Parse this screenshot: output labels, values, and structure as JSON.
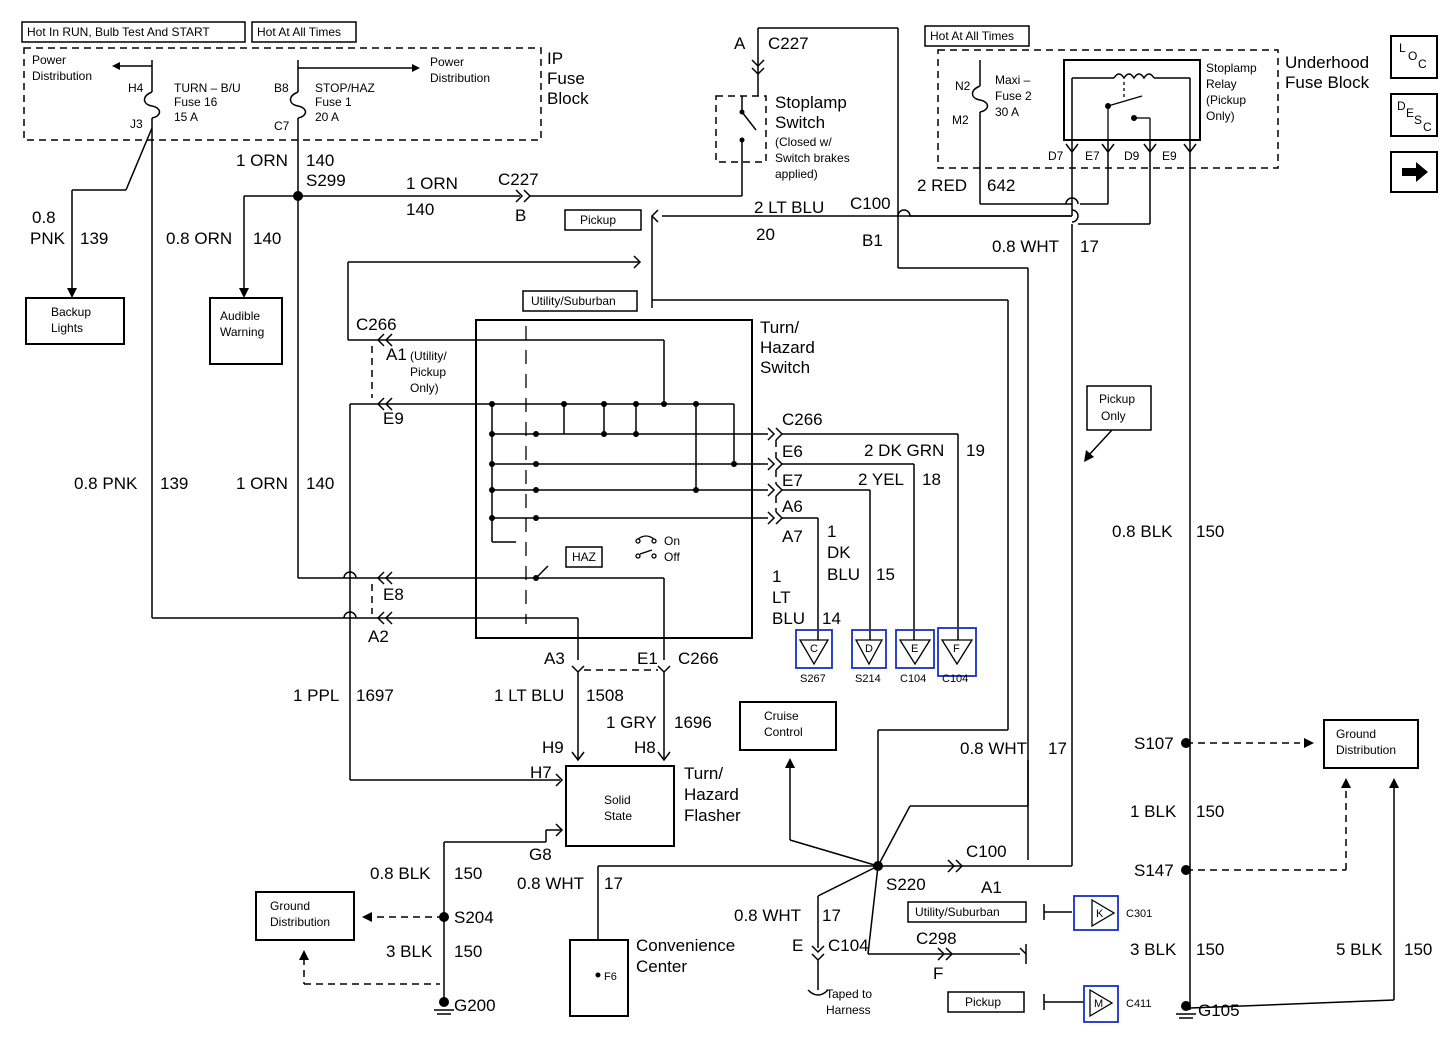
{
  "headers": {
    "hot_run": "Hot In RUN, Bulb Test And START",
    "hot_all_1": "Hot At All Times",
    "hot_all_2": "Hot At All Times"
  },
  "ip_fuse_block": {
    "title": [
      "IP",
      "Fuse",
      "Block"
    ],
    "power_dist_left": [
      "Power",
      "Distribution"
    ],
    "power_dist_right": [
      "Power",
      "Distribution"
    ],
    "fuse16": [
      "TURN – B/U",
      "Fuse 16",
      "15 A"
    ],
    "fuse1": [
      "STOP/HAZ",
      "Fuse 1",
      "20 A"
    ],
    "pins": {
      "h4": "H4",
      "j3": "J3",
      "b8": "B8",
      "c7": "C7"
    }
  },
  "underhood": {
    "title": [
      "Underhood",
      "Fuse Block"
    ],
    "maxi": [
      "Maxi –",
      "Fuse 2",
      "30 A"
    ],
    "n2": "N2",
    "m2": "M2",
    "relay": [
      "Stoplamp",
      "Relay",
      "(Pickup",
      "Only)"
    ],
    "pins": {
      "d7": "D7",
      "e7": "E7",
      "d9": "D9",
      "e9": "E9"
    }
  },
  "nav": {
    "loc": "LOC",
    "desc": "DESC",
    "arrow": "➡"
  },
  "stoplamp_switch": {
    "label": [
      "Stoplamp",
      "Switch"
    ],
    "note": [
      "(Closed w/",
      "Switch brakes",
      "applied)"
    ],
    "conn_a": "A",
    "conn_c227": "C227"
  },
  "wires": {
    "w1_orn_140": [
      "1 ORN",
      "140"
    ],
    "s299": "S299",
    "w1_orn_140b": [
      "1 ORN",
      "140"
    ],
    "c227_b": [
      "C227",
      "B"
    ],
    "w08_pnk_139": [
      "0.8",
      "PNK",
      "139"
    ],
    "w08_orn_140": [
      "0.8 ORN",
      "140"
    ],
    "pickup1": "Pickup",
    "w2_lt_blu": [
      "2 LT BLU",
      "20"
    ],
    "c100_b1": [
      "C100",
      "B1"
    ],
    "w2_red_642": [
      "2 RED",
      "642"
    ],
    "w08_wht_17a": [
      "0.8 WHT",
      "17"
    ],
    "utility_suburban1": "Utility/Suburban",
    "w08_pnk_139b": [
      "0.8 PNK",
      "139"
    ],
    "w1_orn_140c": [
      "1 ORN",
      "140"
    ],
    "w08_blk_150": [
      "0.8 BLK",
      "150"
    ],
    "pickup_only": [
      "Pickup",
      "Only"
    ]
  },
  "loads": {
    "backup": [
      "Backup",
      "Lights"
    ],
    "audible": [
      "Audible",
      "Warning"
    ],
    "cruise": [
      "Cruise",
      "Control"
    ],
    "ground_dist_r": [
      "Ground",
      "Distribution"
    ],
    "ground_dist_l": [
      "Ground",
      "Distribution"
    ],
    "solid_state": [
      "Solid",
      "State"
    ],
    "convenience": [
      "Convenience",
      "Center"
    ],
    "f6": "F6"
  },
  "turn_switch": {
    "title": [
      "Turn/",
      "Hazard",
      "Switch"
    ],
    "c266_top": "C266",
    "a1": "A1",
    "a1_note": [
      "(Utility/",
      "Pickup",
      "Only)"
    ],
    "e9": "E9",
    "e8": "E8",
    "a2": "A2",
    "haz": "HAZ",
    "on": "On",
    "off": "Off",
    "c266_r": "C266",
    "e6": "E6",
    "e7": "E7",
    "a6": "A6",
    "a7": "A7",
    "w2_dk_grn": [
      "2 DK GRN",
      "19"
    ],
    "w2_yel": [
      "2 YEL",
      "18"
    ],
    "w1_dk_blu": [
      "1",
      "DK",
      "BLU",
      "15"
    ],
    "w1_lt_blu": [
      "1",
      "LT",
      "BLU",
      "14"
    ],
    "a3": "A3",
    "e1": "E1",
    "c266_b": "C266"
  },
  "splices": {
    "c": "C",
    "d": "D",
    "e": "E",
    "f": "F",
    "s267": "S267",
    "s214": "S214",
    "c104a": "C104",
    "c104b": "C104"
  },
  "flasher": {
    "title": [
      "Turn/",
      "Hazard",
      "Flasher"
    ],
    "w1_ppl": [
      "1 PPL",
      "1697"
    ],
    "w1_lt_blu": [
      "1 LT BLU",
      "1508"
    ],
    "w1_gry": [
      "1 GRY",
      "1696"
    ],
    "h9": "H9",
    "h8": "H8",
    "h7": "H7",
    "g8": "G8"
  },
  "lower": {
    "w08_wht_17b": [
      "0.8 WHT",
      "17"
    ],
    "w08_blk_150b": [
      "0.8 BLK",
      "150"
    ],
    "w08_wht_17c": [
      "0.8 WHT",
      "17"
    ],
    "s204": "S204",
    "w3_blk_150": [
      "3 BLK",
      "150"
    ],
    "g200": "G200",
    "s220": "S220",
    "c100_a1": [
      "C100",
      "A1"
    ],
    "w08_wht_17d": [
      "0.8 WHT",
      "17"
    ],
    "c104_e": [
      "E",
      "C104"
    ],
    "taped": [
      "Taped to",
      "Harness"
    ],
    "c298_f": [
      "C298",
      "F"
    ],
    "utility_suburban2": "Utility/Suburban",
    "pickup2": "Pickup",
    "k": "K",
    "c301": "C301",
    "m": "M",
    "c411": "C411"
  },
  "right_side": {
    "s107": "S107",
    "w1_blk_150": [
      "1 BLK",
      "150"
    ],
    "s147": "S147",
    "w3_blk_150": [
      "3 BLK",
      "150"
    ],
    "w5_blk_150": [
      "5 BLK",
      "150"
    ],
    "g105": "G105"
  }
}
